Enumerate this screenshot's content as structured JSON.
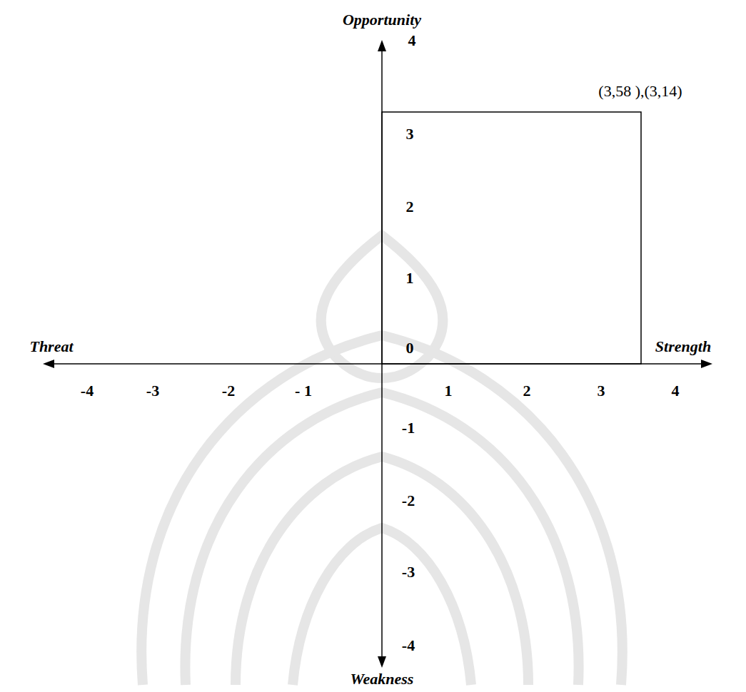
{
  "diagram": {
    "labels": [
      "Opportunity",
      "4",
      "3",
      "2",
      "1",
      "0",
      "Threat",
      "Strength",
      "-4",
      "-3",
      "-2",
      "- 1",
      "1",
      "2",
      "3",
      "4",
      "-1",
      "-2",
      "-3",
      "-4",
      "Weakness",
      "(3,58 ),(3,14)"
    ]
  }
}
